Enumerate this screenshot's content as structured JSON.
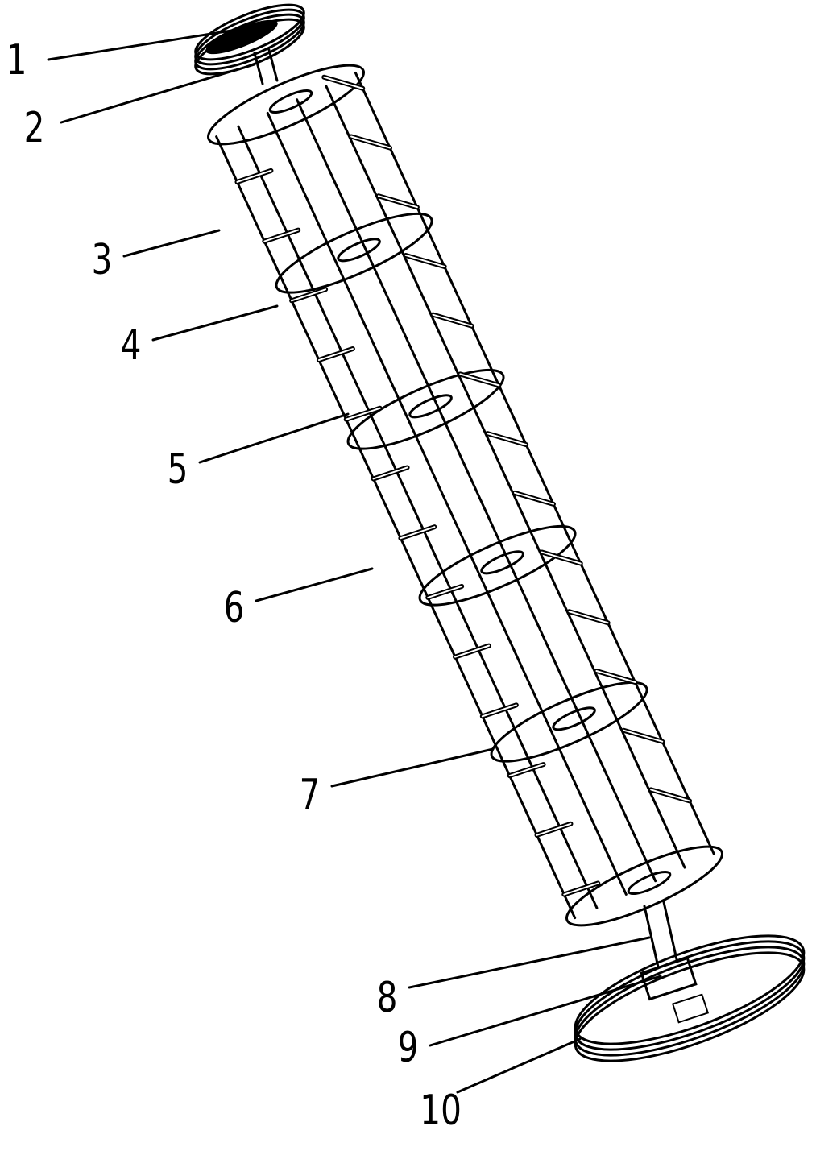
{
  "figure": {
    "callouts": [
      {
        "id": "c1",
        "label": "1"
      },
      {
        "id": "c2",
        "label": "2"
      },
      {
        "id": "c3",
        "label": "3"
      },
      {
        "id": "c4",
        "label": "4"
      },
      {
        "id": "c5",
        "label": "5"
      },
      {
        "id": "c6",
        "label": "6"
      },
      {
        "id": "c7",
        "label": "7"
      },
      {
        "id": "c8",
        "label": "8"
      },
      {
        "id": "c9",
        "label": "9"
      },
      {
        "id": "c10",
        "label": "10"
      }
    ],
    "colors": {
      "ink": "#000000",
      "background": "#ffffff"
    }
  }
}
